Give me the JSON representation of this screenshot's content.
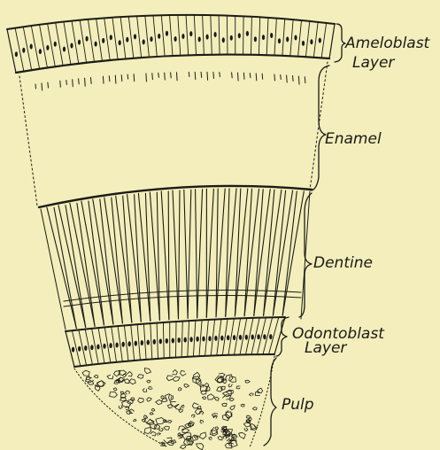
{
  "figure": {
    "background": "#f3eebb",
    "ink_color": "#1b1b17",
    "labels": {
      "ameloblast_line1": "Ameloblast",
      "ameloblast_line2": "Layer",
      "enamel": "Enamel",
      "dentine": "Dentine",
      "odontoblast_line1": "Odontoblast",
      "odontoblast_line2": "Layer",
      "pulp": "Pulp"
    }
  }
}
